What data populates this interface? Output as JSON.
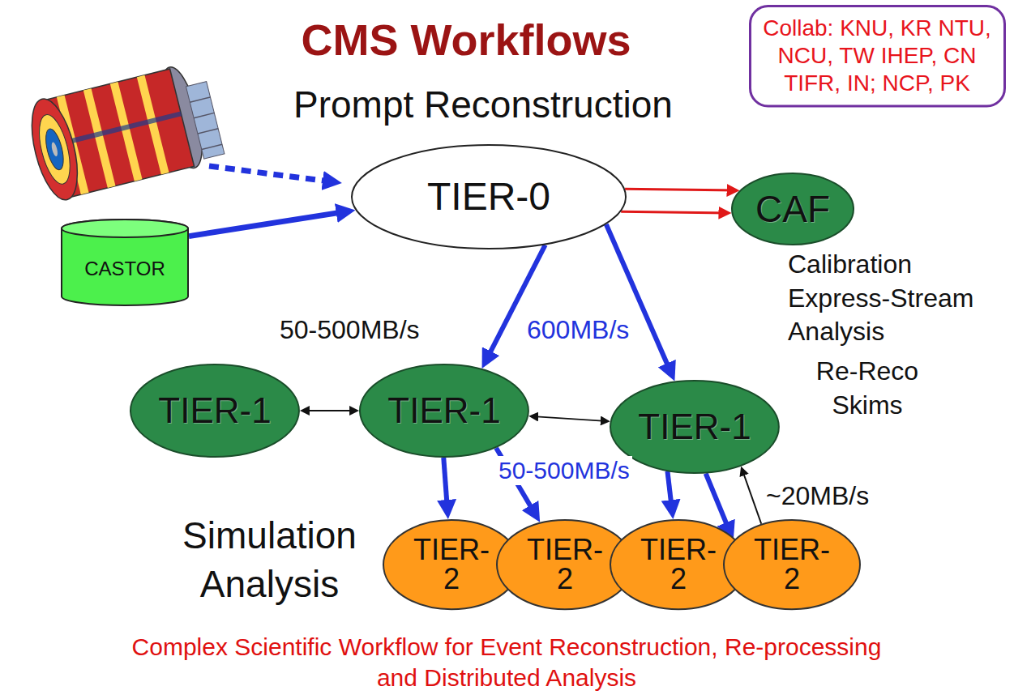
{
  "diagram": {
    "title": "CMS Workflows",
    "caption": "Complex Scientific Workflow for Event Reconstruction, Re-processing and Distributed Analysis",
    "nodes": [
      {
        "text": [
          "Collab: KNU, KR NTU, NCU, TW IHEP, CN TIFR, IN; NCP, PK"
        ]
      },
      {
        "text": [
          "TIER-0"
        ]
      },
      {
        "text": [
          "CAF"
        ]
      },
      {
        "text": [
          "CASTOR"
        ]
      },
      {
        "text": [
          "TIER-1"
        ]
      },
      {
        "text": [
          "TIER-1"
        ]
      },
      {
        "text": [
          "TIER-1"
        ]
      },
      {
        "text": [
          "TIER-2"
        ]
      },
      {
        "text": [
          "TIER-2"
        ]
      },
      {
        "text": [
          "TIER-2"
        ]
      },
      {
        "text": [
          "TIER-2"
        ]
      }
    ],
    "edges": [
      {
        "from": 3,
        "to": 1,
        "arrow": "to"
      },
      {
        "from": 1,
        "to": 2,
        "arrow": "to"
      },
      {
        "from": 1,
        "to": 2,
        "arrow": "to"
      },
      {
        "from": 1,
        "to": 5,
        "arrow": "to"
      },
      {
        "from": 1,
        "to": 6,
        "arrow": "to"
      },
      {
        "from": 4,
        "to": 5,
        "arrow": "both"
      },
      {
        "from": 5,
        "to": 6,
        "arrow": "both"
      },
      {
        "from": 5,
        "to": 7,
        "arrow": "to"
      },
      {
        "from": 5,
        "to": 8,
        "arrow": "to"
      },
      {
        "from": 6,
        "to": 9,
        "arrow": "to"
      },
      {
        "from": 6,
        "to": 10,
        "arrow": "to"
      },
      {
        "from": 10,
        "to": 6,
        "arrow": "to"
      }
    ],
    "labels": [
      "Prompt Reconstruction",
      "Calibration Express-Stream Analysis",
      "Re-Reco Skims",
      "50-500MB/s",
      "600MB/s",
      "50-500MB/s",
      "~20MB/s",
      "Simulation Analysis"
    ]
  }
}
